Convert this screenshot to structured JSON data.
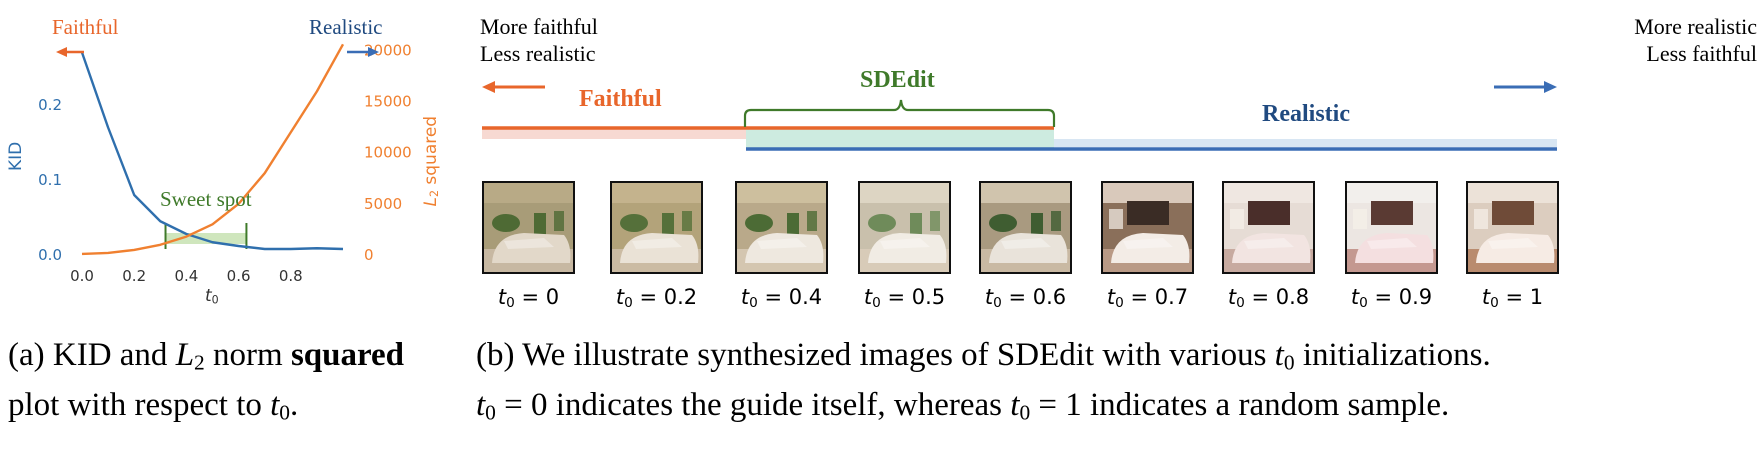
{
  "colors": {
    "kid": "#2f6fad",
    "l2": "#f08030",
    "sweet": "#3f7a2a",
    "sweet_fill": "#cfe6bd",
    "faithful": "#e8662b",
    "realistic": "#204a80",
    "realistic_line": "#3a6db5",
    "realistic_fill": "#d8e6f3",
    "faithful_fill": "#f7d9d2",
    "sdedit_fill": "#cdebe0"
  },
  "panel_a": {
    "faithful_label": "Faithful",
    "realistic_label": "Realistic",
    "sweet_spot_label": "Sweet spot",
    "chart_data": {
      "type": "line",
      "xlabel": "t0",
      "ylabel_left": "KID",
      "ylabel_right": "L2 squared",
      "x_ticks": [
        "0.0",
        "0.2",
        "0.4",
        "0.6",
        "0.8"
      ],
      "y_left_ticks": [
        "0.0",
        "0.1",
        "0.2"
      ],
      "y_right_ticks": [
        "0",
        "5000",
        "10000",
        "15000",
        "20000"
      ],
      "xlim": [
        -0.05,
        1.05
      ],
      "ylim_left": [
        0,
        0.3
      ],
      "ylim_right": [
        0,
        22000
      ],
      "sweet_spot": [
        0.32,
        0.63
      ],
      "series": [
        {
          "name": "KID",
          "axis": "left",
          "x": [
            0.0,
            0.1,
            0.2,
            0.3,
            0.4,
            0.5,
            0.6,
            0.7,
            0.8,
            0.9,
            1.0
          ],
          "values": [
            0.27,
            0.17,
            0.08,
            0.045,
            0.028,
            0.017,
            0.012,
            0.008,
            0.008,
            0.009,
            0.008
          ]
        },
        {
          "name": "L2 squared",
          "axis": "right",
          "x": [
            0.0,
            0.1,
            0.2,
            0.3,
            0.4,
            0.5,
            0.6,
            0.7,
            0.8,
            0.9,
            1.0
          ],
          "values": [
            100,
            200,
            500,
            1000,
            1800,
            3000,
            5000,
            8000,
            12000,
            16000,
            20600
          ]
        }
      ]
    }
  },
  "panel_b": {
    "more_faithful": "More faithful",
    "less_realistic": "Less realistic",
    "more_realistic": "More realistic",
    "less_faithful": "Less faithful",
    "faithful_label": "Faithful",
    "sdedit_label": "SDEdit",
    "realistic_label": "Realistic",
    "thumbnails": [
      {
        "t": "0"
      },
      {
        "t": "0.2"
      },
      {
        "t": "0.4"
      },
      {
        "t": "0.5"
      },
      {
        "t": "0.6"
      },
      {
        "t": "0.7"
      },
      {
        "t": "0.8"
      },
      {
        "t": "0.9"
      },
      {
        "t": "1"
      }
    ]
  },
  "captions": {
    "a_prefix": "(a) KID and ",
    "a_l2": "L",
    "a_l2_sub": "2",
    "a_middle": " norm ",
    "a_bold": "squared",
    "a_line2": "plot with respect to ",
    "a_t0": "t",
    "a_t0_sub": "0",
    "a_end": ".",
    "b_line1": "(b) We illustrate synthesized images of SDEdit with various ",
    "b_t0": "t",
    "b_t0_sub": "0",
    "b_line1_end": " initializations.",
    "b_line2_a": " = 0 indicates the guide itself, whereas ",
    "b_line2_b": " = 1 indicates a random sample."
  }
}
